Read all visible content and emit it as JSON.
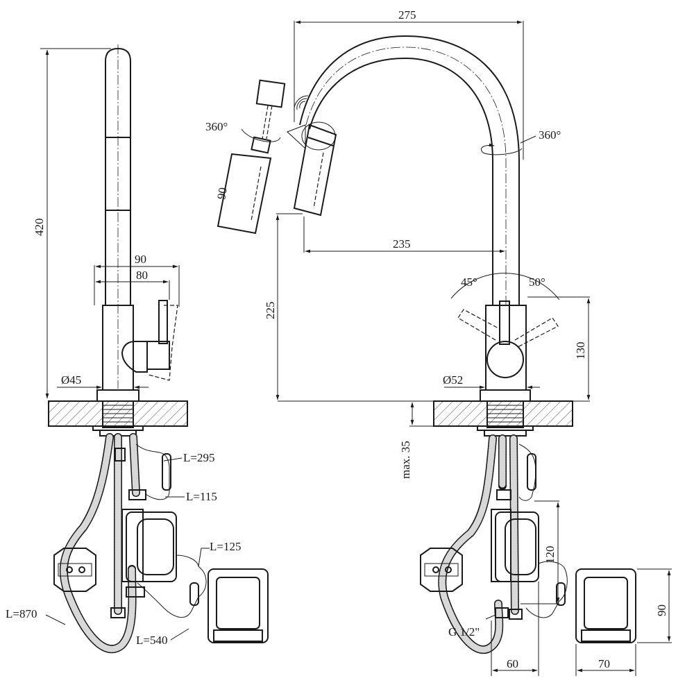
{
  "dimensions": {
    "height_total": "420",
    "handle_reach_outer": "90",
    "handle_reach_inner": "80",
    "body_diameter_side": "Ø45",
    "hose_295": "L=295",
    "hose_115": "L=115",
    "hose_125": "L=125",
    "hose_870": "L=870",
    "hose_540": "L=540",
    "spout_width": "275",
    "spray_rotation": "360°",
    "spout_rotation": "360°",
    "spray_length": "90",
    "spout_reach": "235",
    "spout_height": "225",
    "lever_angle_left": "45°",
    "lever_angle_right": "50°",
    "body_height": "130",
    "body_diameter_front": "Ø52",
    "max_deck": "max. 35",
    "box_height": "120",
    "connection_thread": "G 1/2\"",
    "valve_width": "60",
    "battery_width": "70",
    "battery_height": "90"
  }
}
